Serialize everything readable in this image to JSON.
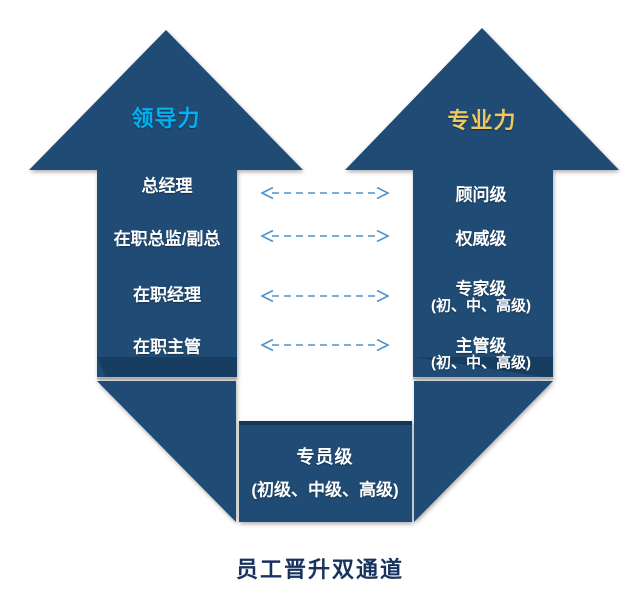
{
  "title": "员工晋升双通道",
  "left_channel": {
    "header": "领导力",
    "levels": [
      "总经理",
      "在职总监/副总",
      "在职经理",
      "在职主管"
    ]
  },
  "right_channel": {
    "header": "专业力",
    "levels": [
      {
        "name": "顾问级",
        "sub": ""
      },
      {
        "name": "权威级",
        "sub": ""
      },
      {
        "name": "专家级",
        "sub": "(初、中、高级)"
      },
      {
        "name": "主管级",
        "sub": "(初、中、高级)"
      }
    ]
  },
  "base_level": {
    "name": "专员级",
    "sub": "(初级、中级、高级)"
  },
  "connectors": {
    "count": 4,
    "style": "dashed-double-headed"
  },
  "colors": {
    "arrow_navy": "#1F4B74",
    "arrow_dark_band": "#173D61",
    "leadership_header_text": "#00B0F0",
    "professional_header_text": "#F0C75E",
    "connector_blue": "#4C93CC",
    "title_navy": "#17325E",
    "level_text": "#FFFFFF"
  }
}
